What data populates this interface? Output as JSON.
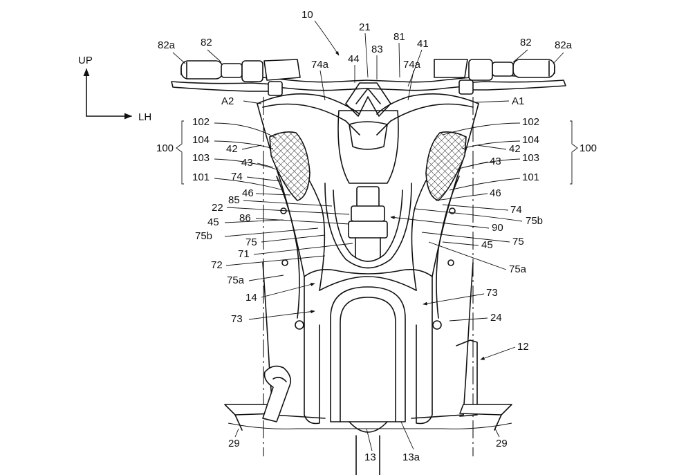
{
  "figure": {
    "axes": {
      "up_label": "UP",
      "lh_label": "LH"
    },
    "labels": {
      "l10": "10",
      "l21": "21",
      "l81": "81",
      "l41": "41",
      "l44": "44",
      "l83": "83",
      "l74a_left": "74a",
      "l74a_right": "74a",
      "l82a_left": "82a",
      "l82_left": "82",
      "l82_right": "82",
      "l82a_right": "82a",
      "lA2": "A2",
      "lA1": "A1",
      "l100_left": "100",
      "l100_right": "100",
      "l102_left": "102",
      "l104_left": "104",
      "l42_left": "42",
      "l103_left": "103",
      "l43_left": "43",
      "l101_left": "101",
      "l74_left": "74",
      "l46_left": "46",
      "l85": "85",
      "l22": "22",
      "l86": "86",
      "l45_left": "45",
      "l75b_left": "75b",
      "l75_left": "75",
      "l71": "71",
      "l72": "72",
      "l75a_left": "75a",
      "l14": "14",
      "l73_left": "73",
      "l29_left": "29",
      "l13": "13",
      "l13a": "13a",
      "l102_right": "102",
      "l104_right": "104",
      "l42_right": "42",
      "l103_right": "103",
      "l43_right": "43",
      "l101_right": "101",
      "l46_right": "46",
      "l74_right": "74",
      "l75b_right": "75b",
      "l90": "90",
      "l75_right": "75",
      "l45_right": "45",
      "l75a_right": "75a",
      "l73_right": "73",
      "l24": "24",
      "l12": "12",
      "l29_right": "29"
    }
  }
}
